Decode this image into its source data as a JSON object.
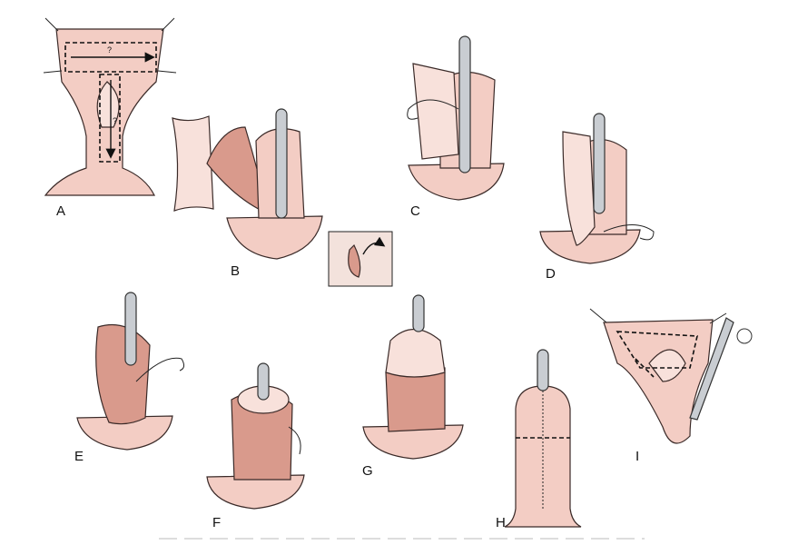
{
  "figure": {
    "panel_labels": [
      "A",
      "B",
      "C",
      "D",
      "E",
      "F",
      "G",
      "H",
      "I"
    ],
    "panel_a_measure_marks": [
      "?",
      "?"
    ]
  }
}
